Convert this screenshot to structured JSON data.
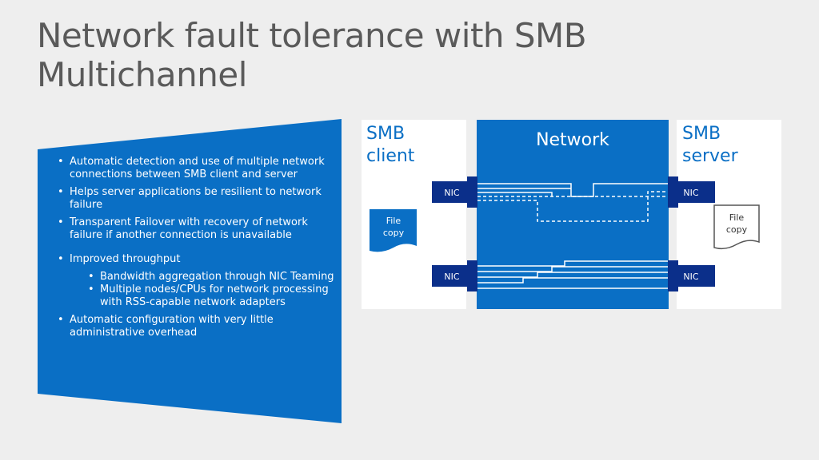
{
  "title": "Network fault tolerance with SMB Multichannel",
  "bullets": {
    "item1": "Automatic detection and use of multiple network connections between SMB client and server",
    "item2": "Helps server applications be resilient to network failure",
    "item3": "Transparent Failover with recovery of network failure if another connection is unavailable",
    "item4": "Improved throughput",
    "item4_sub1": "Bandwidth aggregation through NIC Teaming",
    "item4_sub2": "Multiple nodes/CPUs for network processing with RSS-capable network adapters",
    "item5": "Automatic configuration with very little administrative overhead"
  },
  "diagram": {
    "client_label_line1": "SMB",
    "client_label_line2": "client",
    "server_label_line1": "SMB",
    "server_label_line2": "server",
    "network_label": "Network",
    "nic_client_top": "NIC",
    "nic_client_bottom": "NIC",
    "nic_server_top": "NIC",
    "nic_server_bottom": "NIC",
    "client_file_line1": "File",
    "client_file_line2": "copy",
    "server_file_line1": "File",
    "server_file_line2": "copy"
  },
  "colors": {
    "accent_blue": "#0a6fc5",
    "dark_blue": "#0b2f8a",
    "background": "#eeeeee",
    "title_gray": "#5a5a5a"
  }
}
